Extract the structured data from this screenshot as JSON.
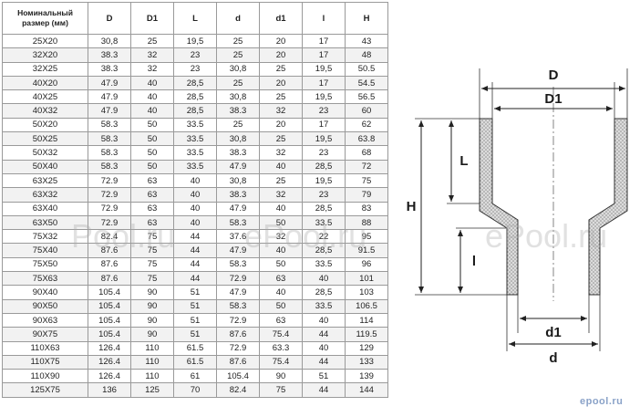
{
  "table": {
    "header_name": "Номинальный размер (мм)",
    "columns": [
      "D",
      "D1",
      "L",
      "d",
      "d1",
      "l",
      "H"
    ],
    "rows": [
      [
        "25X20",
        "30,8",
        "25",
        "19,5",
        "25",
        "20",
        "17",
        "43"
      ],
      [
        "32X20",
        "38.3",
        "32",
        "23",
        "25",
        "20",
        "17",
        "48"
      ],
      [
        "32X25",
        "38.3",
        "32",
        "23",
        "30,8",
        "25",
        "19,5",
        "50.5"
      ],
      [
        "40X20",
        "47.9",
        "40",
        "28,5",
        "25",
        "20",
        "17",
        "54.5"
      ],
      [
        "40X25",
        "47.9",
        "40",
        "28,5",
        "30,8",
        "25",
        "19,5",
        "56.5"
      ],
      [
        "40X32",
        "47.9",
        "40",
        "28,5",
        "38.3",
        "32",
        "23",
        "60"
      ],
      [
        "50X20",
        "58.3",
        "50",
        "33.5",
        "25",
        "20",
        "17",
        "62"
      ],
      [
        "50X25",
        "58.3",
        "50",
        "33.5",
        "30,8",
        "25",
        "19,5",
        "63.8"
      ],
      [
        "50X32",
        "58.3",
        "50",
        "33.5",
        "38.3",
        "32",
        "23",
        "68"
      ],
      [
        "50X40",
        "58.3",
        "50",
        "33.5",
        "47.9",
        "40",
        "28,5",
        "72"
      ],
      [
        "63X25",
        "72.9",
        "63",
        "40",
        "30,8",
        "25",
        "19,5",
        "75"
      ],
      [
        "63X32",
        "72.9",
        "63",
        "40",
        "38.3",
        "32",
        "23",
        "79"
      ],
      [
        "63X40",
        "72.9",
        "63",
        "40",
        "47.9",
        "40",
        "28,5",
        "83"
      ],
      [
        "63X50",
        "72.9",
        "63",
        "40",
        "58.3",
        "50",
        "33.5",
        "88"
      ],
      [
        "75X32",
        "82.4",
        "75",
        "44",
        "37.6",
        "32",
        "22",
        "95"
      ],
      [
        "75X40",
        "87.6",
        "75",
        "44",
        "47.9",
        "40",
        "28,5",
        "91.5"
      ],
      [
        "75X50",
        "87.6",
        "75",
        "44",
        "58.3",
        "50",
        "33.5",
        "96"
      ],
      [
        "75X63",
        "87.6",
        "75",
        "44",
        "72.9",
        "63",
        "40",
        "101"
      ],
      [
        "90X40",
        "105.4",
        "90",
        "51",
        "47.9",
        "40",
        "28,5",
        "103"
      ],
      [
        "90X50",
        "105.4",
        "90",
        "51",
        "58.3",
        "50",
        "33.5",
        "106.5"
      ],
      [
        "90X63",
        "105.4",
        "90",
        "51",
        "72.9",
        "63",
        "40",
        "114"
      ],
      [
        "90X75",
        "105.4",
        "90",
        "51",
        "87.6",
        "75.4",
        "44",
        "119.5"
      ],
      [
        "110X63",
        "126.4",
        "110",
        "61.5",
        "72.9",
        "63.3",
        "40",
        "129"
      ],
      [
        "110X75",
        "126.4",
        "110",
        "61.5",
        "87.6",
        "75.4",
        "44",
        "133"
      ],
      [
        "110X90",
        "126.4",
        "110",
        "61",
        "105.4",
        "90",
        "51",
        "139"
      ],
      [
        "125X75",
        "136",
        "125",
        "70",
        "82.4",
        "75",
        "44",
        "144"
      ]
    ]
  },
  "drawing": {
    "labels": {
      "D": "D",
      "D1": "D1",
      "L": "L",
      "H": "H",
      "l": "l",
      "d1": "d1",
      "d": "d"
    }
  },
  "watermarks": [
    "Pool.ru",
    "ePool.ru",
    "ePool.ru"
  ],
  "logo": "epool.ru",
  "colors": {
    "grid": "#9a9a9a",
    "hatch": "#b5b5b5",
    "logo": "#8aa2c8"
  }
}
